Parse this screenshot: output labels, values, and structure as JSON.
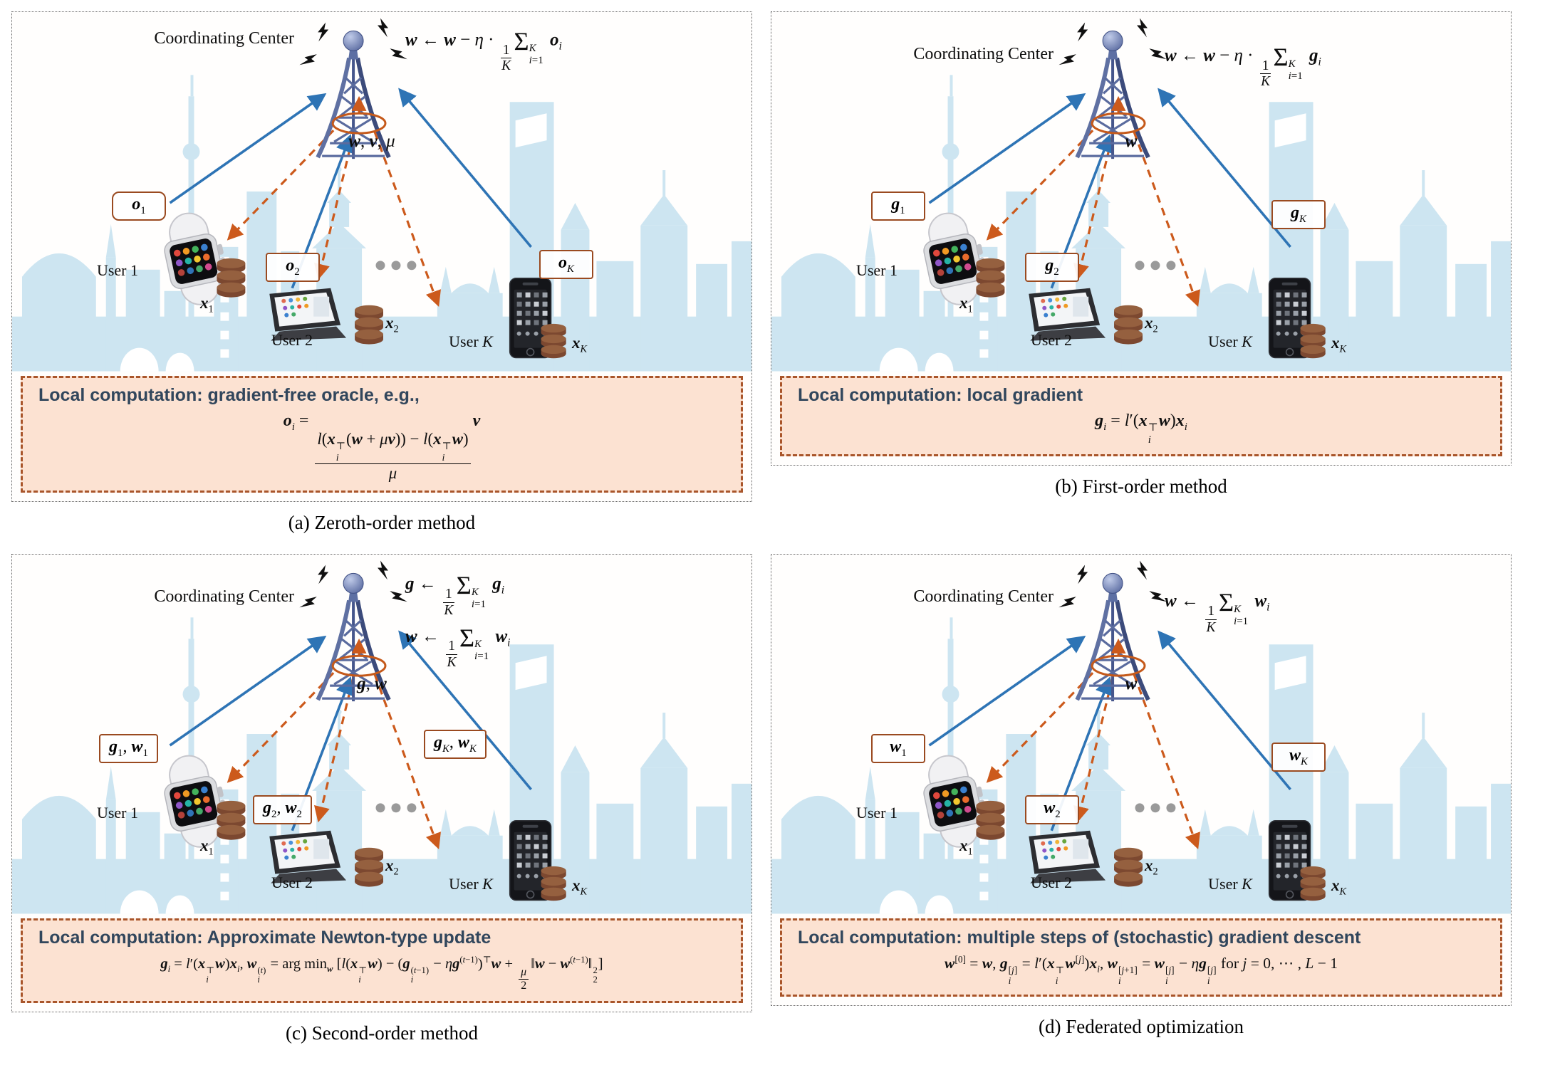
{
  "panels": [
    {
      "id": "a",
      "caption": "(a) Zeroth-order method",
      "center_label": "Coordinating Center",
      "update_html": "<b>w</b> ← <b>w</b> − <i>η</i> · <span class='fr'><span class='fn'>1</span><span class='fd'><i>K</i></span></span><span class='Sg'>Σ</span><span class='sl'><span><i>K</i></span><span><i>i</i>=1</span></span> <b>o</b><sub><i>i</i></sub>",
      "broadcast_html": "<b>w</b>, <b>v</b>, <i>μ</i>",
      "boxes": {
        "user1_html": "<b>o</b><sub>1</sub>",
        "user2_html": "<b>o</b><sub>2</sub>",
        "userK_html": "<b>o</b><sub><i>K</i></sub>"
      },
      "users": {
        "user1": "User 1",
        "user2": "User 2",
        "userK_html": "User <i>K</i>"
      },
      "data_labels": {
        "x1_html": "<b>x</b><sub>1</sub>",
        "x2_html": "<b>x</b><sub>2</sub>",
        "xK_html": "<b>x</b><sub><i>K</i></sub>"
      },
      "local": {
        "title": "Local computation: gradient-free oracle, e.g.,",
        "formula_html": "<b>o</b><sub><i>i</i></sub> = <span class='fr big'><span class='fn'><i>l</i>(<b>x</b><span class='ss'><span>⊤</span><span><i>i</i></span></span>(<b>w</b> + <i>μ</i><b>v</b>)) − <i>l</i>(<b>x</b><span class='ss'><span>⊤</span><span><i>i</i></span></span><b>w</b>)</span><span class='fd'><i>μ</i></span></span><b>v</b>"
      }
    },
    {
      "id": "b",
      "caption": "(b) First-order method",
      "center_label": "Coordinating Center",
      "update_html": "<b>w</b> ← <b>w</b> − <i>η</i> · <span class='fr'><span class='fn'>1</span><span class='fd'><i>K</i></span></span><span class='Sg'>Σ</span><span class='sl'><span><i>K</i></span><span><i>i</i>=1</span></span> <b>g</b><sub><i>i</i></sub>",
      "broadcast_html": "<b>w</b>",
      "boxes": {
        "user1_html": "<b>g</b><sub>1</sub>",
        "user2_html": "<b>g</b><sub>2</sub>",
        "userK_html": "<b>g</b><sub><i>K</i></sub>"
      },
      "users": {
        "user1": "User 1",
        "user2": "User 2",
        "userK_html": "User <i>K</i>"
      },
      "data_labels": {
        "x1_html": "<b>x</b><sub>1</sub>",
        "x2_html": "<b>x</b><sub>2</sub>",
        "xK_html": "<b>x</b><sub><i>K</i></sub>"
      },
      "local": {
        "title": "Local computation: local gradient",
        "formula_html": "<b>g</b><sub><i>i</i></sub> = <i>l</i>′(<b>x</b><span class='ss'><span>⊤</span><span><i>i</i></span></span><b>w</b>)<b>x</b><sub><i>i</i></sub>"
      }
    },
    {
      "id": "c",
      "caption": "(c) Second-order method",
      "center_label": "Coordinating Center",
      "update_html": "<b>g</b> ← <span class='fr'><span class='fn'>1</span><span class='fd'><i>K</i></span></span><span class='Sg'>Σ</span><span class='sl'><span><i>K</i></span><span><i>i</i>=1</span></span> <b>g</b><sub><i>i</i></sub><br><b>w</b> ← <span class='fr'><span class='fn'>1</span><span class='fd'><i>K</i></span></span><span class='Sg'>Σ</span><span class='sl'><span><i>K</i></span><span><i>i</i>=1</span></span> <b>w</b><sub><i>i</i></sub>",
      "broadcast_html": "<b>g</b>, <b>w</b>",
      "boxes": {
        "user1_html": "<b>g</b><sub>1</sub>, <b>w</b><sub>1</sub>",
        "user2_html": "<b>g</b><sub>2</sub>, <b>w</b><sub>2</sub>",
        "userK_html": "<b>g</b><sub><i>K</i></sub>, <b>w</b><sub><i>K</i></sub>"
      },
      "users": {
        "user1": "User 1",
        "user2": "User 2",
        "userK_html": "User <i>K</i>"
      },
      "data_labels": {
        "x1_html": "<b>x</b><sub>1</sub>",
        "x2_html": "<b>x</b><sub>2</sub>",
        "xK_html": "<b>x</b><sub><i>K</i></sub>"
      },
      "local": {
        "title": "Local computation: Approximate Newton-type update",
        "formula_html": "<b>g</b><sub><i>i</i></sub> = <i>l</i>′(<b>x</b><span class='ss'><span>⊤</span><span><i>i</i></span></span><b>w</b>)<b>x</b><sub><i>i</i></sub>, <b>w</b><span class='ss'><span>(<i>t</i>)</span><span><i>i</i></span></span> = arg min<sub><b>w</b></sub> [<i>l</i>(<b>x</b><span class='ss'><span>⊤</span><span><i>i</i></span></span><b>w</b>) − (<b>g</b><span class='ss'><span>(<i>t</i>−1)</span><span><i>i</i></span></span> − <i>η</i><b>g</b><sup>(<i>t</i>−1)</sup>)<sup>⊤</sup><b>w</b> + <span class='fr'><span class='fn'><i>μ</i></span><span class='fd'>2</span></span>‖<b>w</b> − <b>w</b><sup>(<i>t</i>−1)</sup>‖<span class='ss'><span>2</span><span>2</span></span>]"
      }
    },
    {
      "id": "d",
      "caption": "(d) Federated optimization",
      "center_label": "Coordinating Center",
      "update_html": "<b>w</b> ← <span class='fr'><span class='fn'>1</span><span class='fd'><i>K</i></span></span><span class='Sg'>Σ</span><span class='sl'><span><i>K</i></span><span><i>i</i>=1</span></span> <b>w</b><sub><i>i</i></sub>",
      "broadcast_html": "<b>w</b>",
      "boxes": {
        "user1_html": "<b>w</b><sub>1</sub>",
        "user2_html": "<b>w</b><sub>2</sub>",
        "userK_html": "<b>w</b><sub><i>K</i></sub>"
      },
      "users": {
        "user1": "User 1",
        "user2": "User 2",
        "userK_html": "User <i>K</i>"
      },
      "data_labels": {
        "x1_html": "<b>x</b><sub>1</sub>",
        "x2_html": "<b>x</b><sub>2</sub>",
        "xK_html": "<b>x</b><sub><i>K</i></sub>"
      },
      "local": {
        "title": "Local computation: multiple steps of (stochastic) gradient descent",
        "formula_html": "<b>w</b><sup>[0]</sup> = <b>w</b>, <b>g</b><span class='ss'><span>[<i>j</i>]</span><span><i>i</i></span></span> = <i>l</i>′(<b>x</b><span class='ss'><span>⊤</span><span><i>i</i></span></span><b>w</b><sup>[<i>j</i>]</sup>)<b>x</b><sub><i>i</i></sub>, <b>w</b><span class='ss'><span>[<i>j</i>+1]</span><span><i>i</i></span></span> = <b>w</b><span class='ss'><span>[<i>j</i>]</span><span><i>i</i></span></span> − <i>η</i><b>g</b><span class='ss'><span>[<i>j</i>]</span><span><i>i</i></span></span> for <i>j</i> = 0, ⋯ , <i>L</i> − 1"
      }
    }
  ],
  "icons": {
    "coordinating_center": "radio-tower-icon",
    "signal": "lightning-icon",
    "broadcast_ring": "broadcast-ellipse-icon",
    "user1_device": "smartwatch-icon",
    "user2_device": "tablet-icon",
    "userK_device": "smartphone-icon",
    "local_data": "database-icon",
    "more_users": "ellipsis-dots-icon",
    "background": "city-skyline"
  },
  "colors": {
    "uplink_blue": "#2e74b5",
    "downlink_orange": "#cc5a1c",
    "label_box_border": "#9a4a20",
    "compute_box_bg": "#fce2d2",
    "compute_box_border": "#a9552a",
    "compute_title_text": "#31465c",
    "skyline_blue": "#cde5f1",
    "tower_steel_blue": "#5f70a2",
    "data_cylinder_brown": "#7c4830"
  }
}
